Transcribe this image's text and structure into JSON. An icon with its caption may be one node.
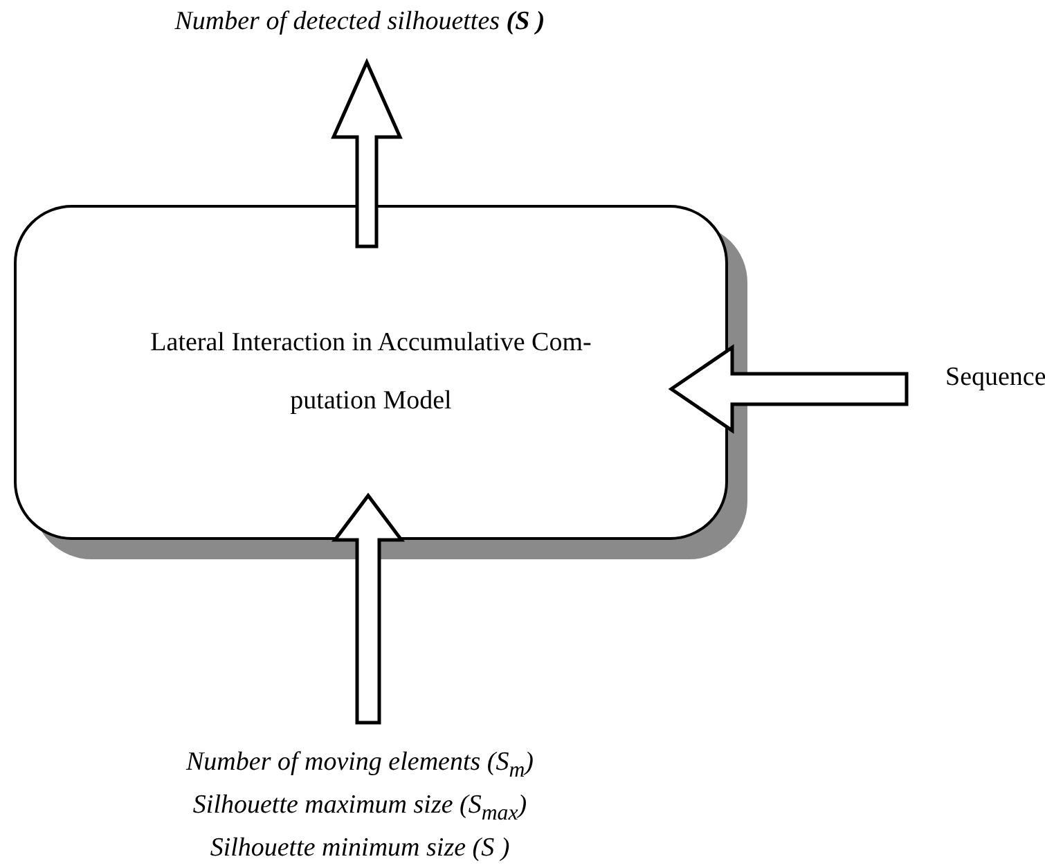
{
  "diagram": {
    "nodes": [
      {
        "text": [
          "Lateral Interaction in Accumulative Com-putation Model"
        ]
      },
      {
        "text": [
          "Number of detected silhouettes **(S )**"
        ]
      },
      {
        "text": [
          "Sequence"
        ]
      },
      {
        "text": [
          "Number of moving elements (S$_{m}$)",
          "Silhouette maximum size (S$_{max}$)",
          "Silhouette minimum size (S )"
        ]
      }
    ],
    "edges": [
      {
        "from": 0,
        "to": 1,
        "arrow": "to"
      },
      {
        "from": 2,
        "to": 0,
        "arrow": "to"
      },
      {
        "from": 3,
        "to": 0,
        "arrow": "to"
      }
    ]
  }
}
